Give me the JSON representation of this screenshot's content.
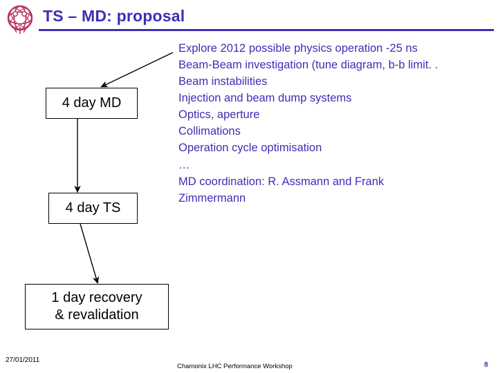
{
  "slide": {
    "title": "TS – MD: proposal",
    "accent_color": "#3b2fb5",
    "logo_name": "cern-style-emblem-logo"
  },
  "flow": {
    "boxes": [
      {
        "id": "md",
        "label": "4 day MD"
      },
      {
        "id": "ts",
        "label": "4 day TS"
      },
      {
        "id": "recovery",
        "label": "1 day recovery\n& revalidation"
      }
    ],
    "arrows": [
      {
        "name": "arrow-body-to-md",
        "from": "body-text",
        "to": "box-md"
      },
      {
        "name": "arrow-md-to-ts",
        "from": "box-md",
        "to": "box-ts"
      },
      {
        "name": "arrow-ts-to-recovery",
        "from": "box-ts",
        "to": "box-recovery"
      }
    ]
  },
  "body": {
    "lines": [
      "Explore 2012 possible physics operation  -25 ns",
      "Beam-Beam investigation (tune diagram, b-b limit. .",
      "Beam instabilities",
      "Injection and beam dump systems",
      "Optics, aperture",
      "Collimations",
      "Operation cycle optimisation",
      "…",
      "MD coordination: R. Assmann and Frank",
      "Zimmermann"
    ],
    "text": "Explore 2012 possible physics operation  -25 ns\nBeam-Beam investigation (tune diagram, b-b limit. .\nBeam instabilities\nInjection and beam dump systems\nOptics, aperture\nCollimations\nOperation cycle optimisation\n…\nMD coordination: R. Assmann and Frank\nZimmermann"
  },
  "footer": {
    "date": "27/01/2011",
    "center": "Chamonix LHC Performance Workshop",
    "page": "8"
  }
}
